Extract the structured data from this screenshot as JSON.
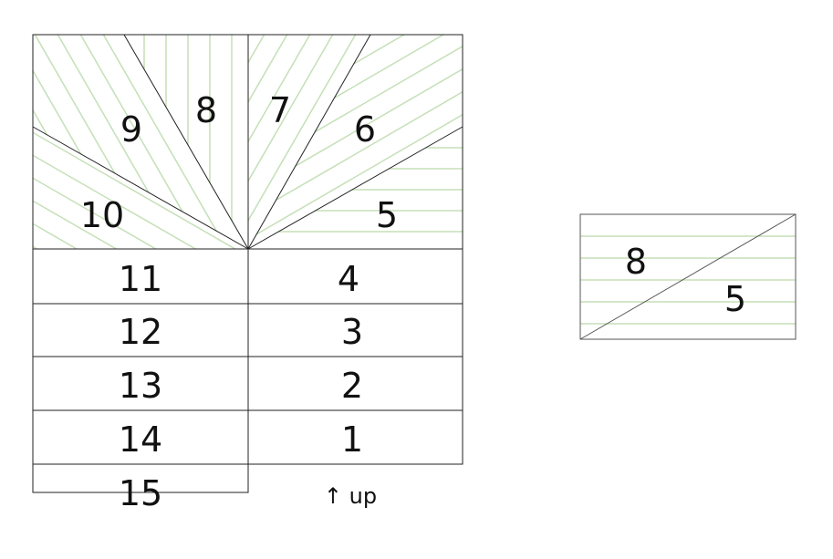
{
  "colors": {
    "outline": "#222222",
    "hatch": "#c5dfb7",
    "text": "#111111",
    "background": "#ffffff"
  },
  "plan": {
    "winders": [
      "10",
      "9",
      "8",
      "7",
      "6",
      "5"
    ],
    "left_flight": [
      "11",
      "12",
      "13",
      "14",
      "15"
    ],
    "right_flight": [
      "4",
      "3",
      "2",
      "1"
    ],
    "direction_label": "↑ up"
  },
  "detail": {
    "upper_label": "8",
    "lower_label": "5"
  }
}
